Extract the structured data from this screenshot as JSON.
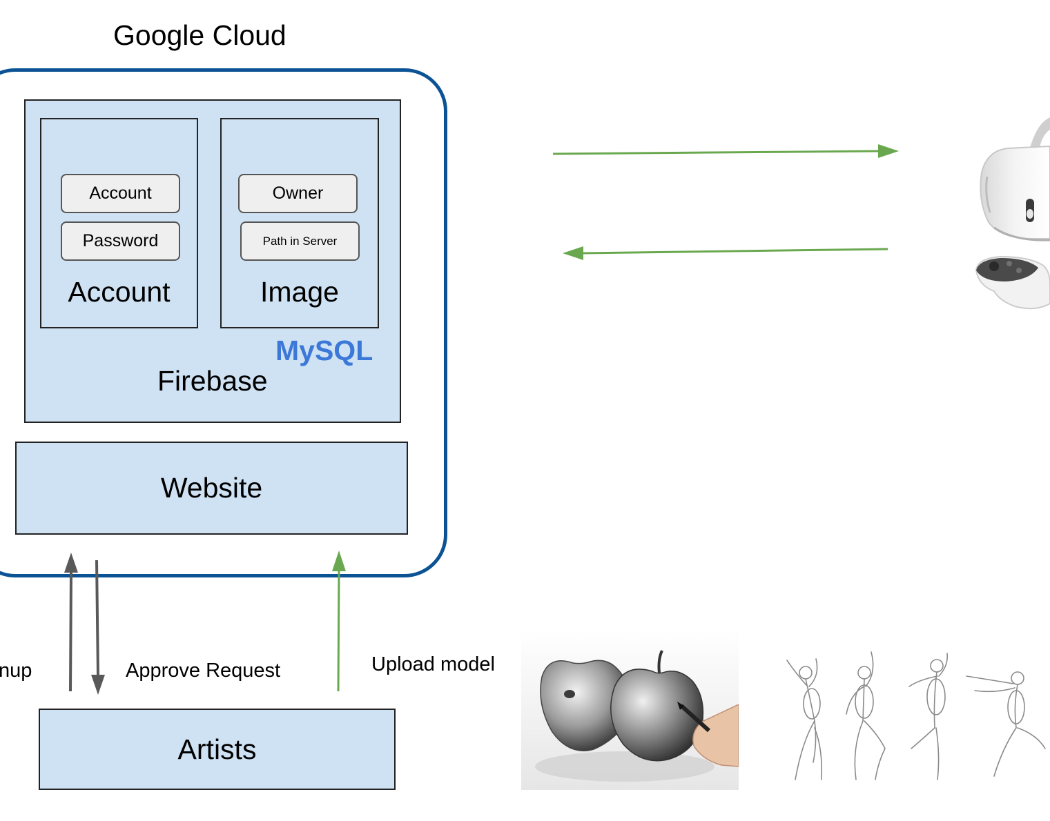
{
  "cloud": {
    "title": "Google Cloud"
  },
  "firebase": {
    "label": "Firebase",
    "mysql_label": "MySQL",
    "account_table": {
      "title": "Account",
      "fields": [
        "Account",
        "Password"
      ]
    },
    "image_table": {
      "title": "Image",
      "fields": [
        "Owner",
        "Path in Server"
      ]
    }
  },
  "website": {
    "label": "Website"
  },
  "artists": {
    "label": "Artists"
  },
  "edges": {
    "signup": "nup",
    "approve": "Approve Request",
    "upload": "Upload model"
  },
  "colors": {
    "cloud_border": "#0b5394",
    "box_fill": "#cfe2f3",
    "field_fill": "#efefef",
    "mysql": "#3c78d8",
    "green_arrow": "#6aa84f",
    "gray_arrow": "#595959"
  },
  "images": [
    "vr-headset-image",
    "apple-sketch-image",
    "figure-sketches-image"
  ]
}
